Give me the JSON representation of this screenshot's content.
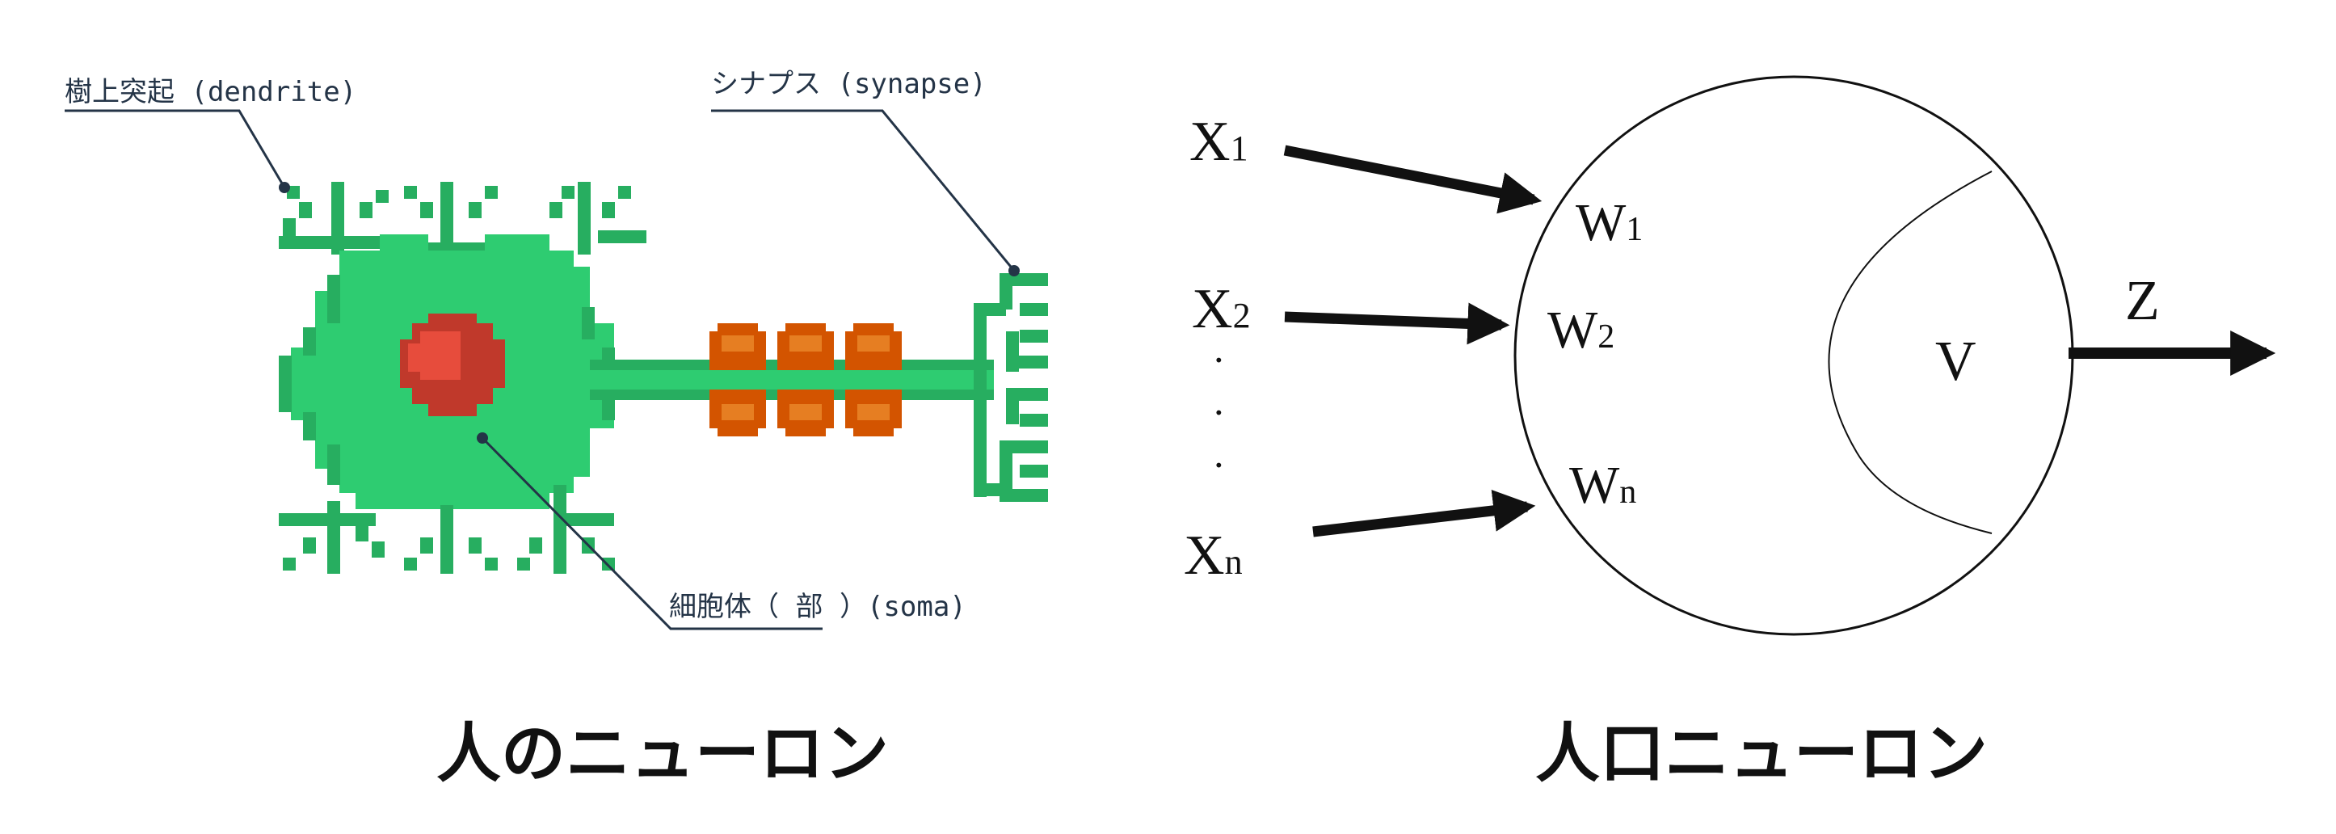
{
  "colors": {
    "dendrite": "#27ae60",
    "body": "#2ecc71",
    "nucleus_dark": "#c0392b",
    "nucleus_light": "#e74c3c",
    "myelin_dark": "#d35400",
    "myelin_light": "#e67e22",
    "leader": "#243447"
  },
  "bio": {
    "dendrite_label": "樹上突起 (dendrite)",
    "synapse_label": "シナプス (synapse)",
    "soma_label": "細胞体（ 部 ）(soma)",
    "caption": "人のニューロン"
  },
  "artificial": {
    "inputs": [
      {
        "base": "X",
        "sub": "1"
      },
      {
        "base": "X",
        "sub": "2"
      },
      {
        "base": "X",
        "sub": "n"
      }
    ],
    "weights": [
      {
        "base": "W",
        "sub": "1"
      },
      {
        "base": "W",
        "sub": "2"
      },
      {
        "base": "W",
        "sub": "n"
      }
    ],
    "ellipsis": "·",
    "potential": "V",
    "output": "Z",
    "caption": "人口ニューロン"
  }
}
